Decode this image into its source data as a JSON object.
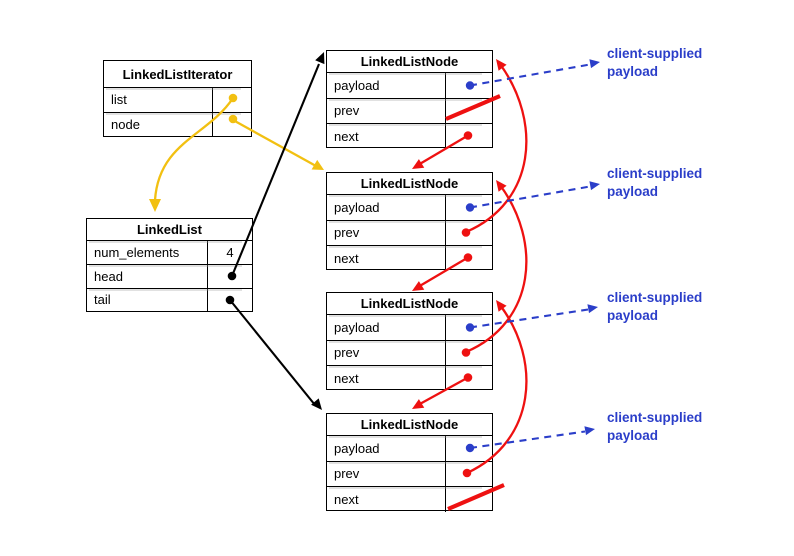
{
  "boxes": {
    "iterator": {
      "title": "LinkedListIterator",
      "fields": [
        {
          "label": "list",
          "value": ""
        },
        {
          "label": "node",
          "value": ""
        }
      ]
    },
    "linked_list": {
      "title": "LinkedList",
      "fields": [
        {
          "label": "num_elements",
          "value": "4"
        },
        {
          "label": "head",
          "value": ""
        },
        {
          "label": "tail",
          "value": ""
        }
      ]
    },
    "nodes": [
      {
        "title": "LinkedListNode",
        "fields": [
          {
            "label": "payload"
          },
          {
            "label": "prev"
          },
          {
            "label": "next"
          }
        ]
      },
      {
        "title": "LinkedListNode",
        "fields": [
          {
            "label": "payload"
          },
          {
            "label": "prev"
          },
          {
            "label": "next"
          }
        ]
      },
      {
        "title": "LinkedListNode",
        "fields": [
          {
            "label": "payload"
          },
          {
            "label": "prev"
          },
          {
            "label": "next"
          }
        ]
      },
      {
        "title": "LinkedListNode",
        "fields": [
          {
            "label": "payload"
          },
          {
            "label": "prev"
          },
          {
            "label": "next"
          }
        ]
      }
    ]
  },
  "annotations": {
    "payload_labels": [
      {
        "line1": "client-supplied",
        "line2": "payload"
      },
      {
        "line1": "client-supplied",
        "line2": "payload"
      },
      {
        "line1": "client-supplied",
        "line2": "payload"
      },
      {
        "line1": "client-supplied",
        "line2": "payload"
      }
    ]
  },
  "edges": [
    {
      "from": "LinkedListIterator.list",
      "to": "LinkedList",
      "color": "yellow",
      "style": "solid-curve"
    },
    {
      "from": "LinkedListIterator.node",
      "to": "node2",
      "color": "yellow",
      "style": "solid"
    },
    {
      "from": "LinkedList.head",
      "to": "node1",
      "color": "black",
      "style": "solid"
    },
    {
      "from": "LinkedList.tail",
      "to": "node4",
      "color": "black",
      "style": "solid"
    },
    {
      "from": "node1.next",
      "to": "node2",
      "color": "red",
      "style": "solid"
    },
    {
      "from": "node2.next",
      "to": "node3",
      "color": "red",
      "style": "solid"
    },
    {
      "from": "node3.next",
      "to": "node4",
      "color": "red",
      "style": "solid"
    },
    {
      "from": "node2.prev",
      "to": "node1",
      "color": "red",
      "style": "solid-curve"
    },
    {
      "from": "node3.prev",
      "to": "node2",
      "color": "red",
      "style": "solid-curve"
    },
    {
      "from": "node4.prev",
      "to": "node3",
      "color": "red",
      "style": "solid-curve"
    },
    {
      "from": "node1.prev",
      "to": "NULL",
      "color": "red",
      "style": "slash"
    },
    {
      "from": "node4.next",
      "to": "NULL",
      "color": "red",
      "style": "slash"
    },
    {
      "from": "node1.payload",
      "to": "client-supplied payload",
      "color": "blue",
      "style": "dashed"
    },
    {
      "from": "node2.payload",
      "to": "client-supplied payload",
      "color": "blue",
      "style": "dashed"
    },
    {
      "from": "node3.payload",
      "to": "client-supplied payload",
      "color": "blue",
      "style": "dashed"
    },
    {
      "from": "node4.payload",
      "to": "client-supplied payload",
      "color": "blue",
      "style": "dashed"
    }
  ],
  "colors": {
    "pointer_red": "#ee1111",
    "pointer_yellow": "#f2c011",
    "payload_blue": "#2b3ec9",
    "line_black": "#000000",
    "background": "#ffffff"
  }
}
